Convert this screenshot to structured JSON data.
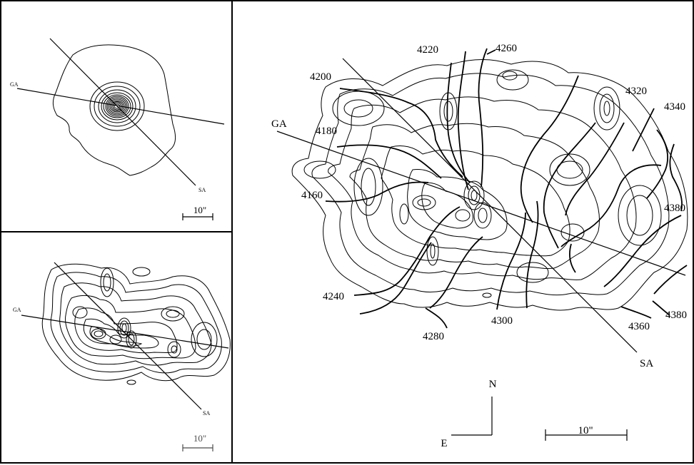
{
  "axis_labels": {
    "ga": "GA",
    "sa": "SA"
  },
  "top_left": {
    "scale_label": "10\""
  },
  "bottom_left": {
    "scale_label": "10\""
  },
  "main": {
    "scale_label": "10\"",
    "compass": {
      "north": "N",
      "east": "E"
    },
    "velocity_labels": [
      "4200",
      "4220",
      "4260",
      "4320",
      "4340",
      "4180",
      "4160",
      "4380",
      "4240",
      "4300",
      "4280",
      "4360",
      "4380"
    ]
  }
}
